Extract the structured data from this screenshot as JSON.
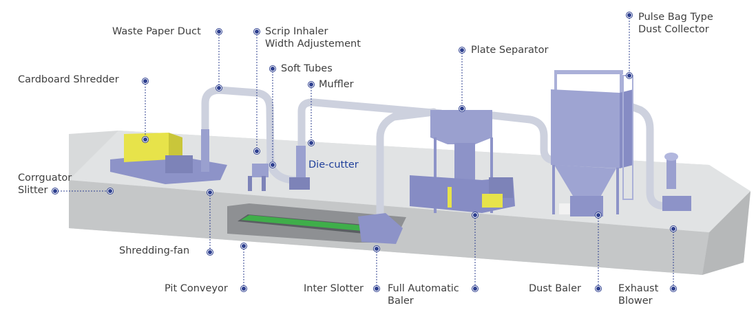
{
  "colors": {
    "background": "#ffffff",
    "floor_top": "#d9dbdc",
    "floor_front": "#c6c8c9",
    "floor_side": "#b7b9ba",
    "machine": "#9aa0cf",
    "machine_dark": "#7d83b8",
    "duct": "#cfd3e0",
    "accent_yellow": "#e8e44a",
    "conveyor_green": "#3fae4a",
    "leader_line": "#2d3f8f",
    "label_text": "#3e3e3e",
    "accent_text": "#1f3f9a"
  },
  "labels": {
    "waste_paper_duct": "Waste Paper Duct",
    "scrip_inhaler": "Scrip Inhaler\nWidth Adjustement",
    "soft_tubes": "Soft Tubes",
    "muffler": "Muffler",
    "plate_separator": "Plate Separator",
    "pulse_bag": "Pulse Bag Type\nDust Collector",
    "cardboard_shredder": "Cardboard Shredder",
    "corrugator_slitter": "Corrguator\nSlitter",
    "die_cutter": "Die-cutter",
    "shredding_fan": "Shredding-fan",
    "pit_conveyor": "Pit Conveyor",
    "inter_slotter": "Inter Slotter",
    "full_auto_baler": "Full Automatic\nBaler",
    "dust_baler": "Dust Baler",
    "exhaust_blower": "Exhaust\nBlower"
  },
  "icons": [
    "leader-dot-icon"
  ]
}
